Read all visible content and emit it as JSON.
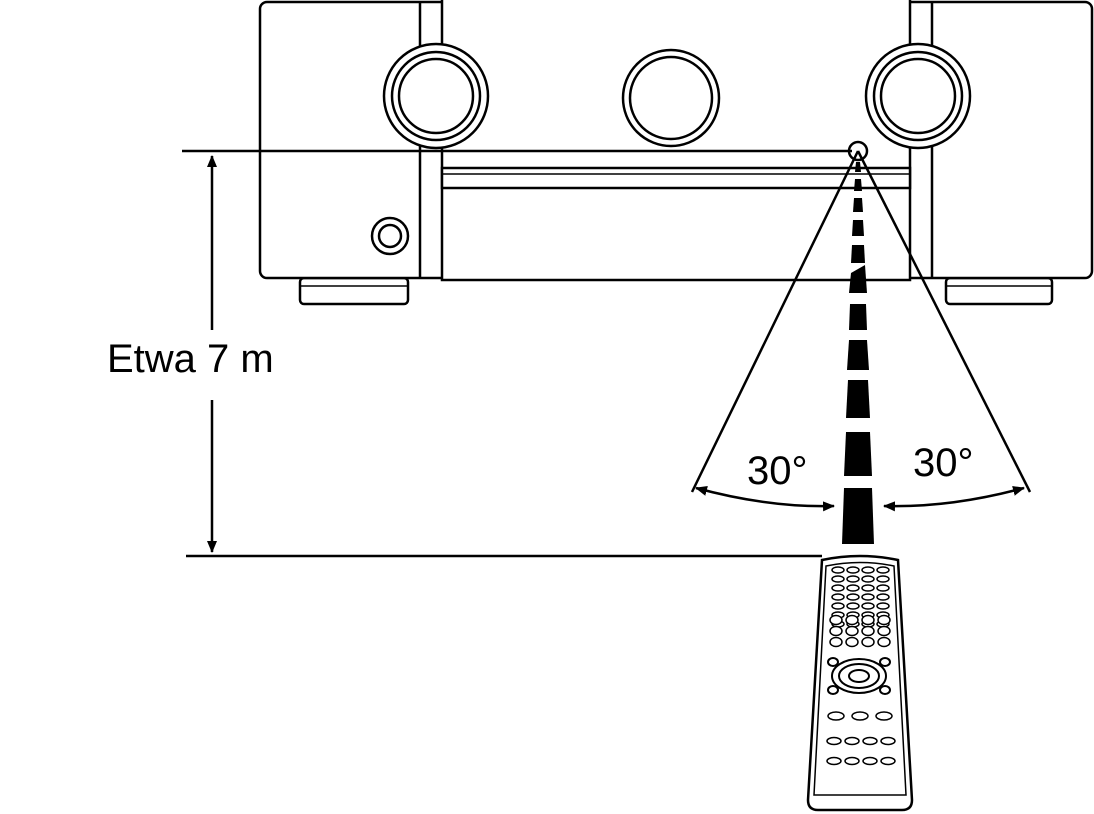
{
  "distance_label": "Etwa 7 m",
  "angle_left_label": "30°",
  "angle_right_label": "30°",
  "colors": {
    "line": "#000000",
    "background": "#ffffff"
  }
}
